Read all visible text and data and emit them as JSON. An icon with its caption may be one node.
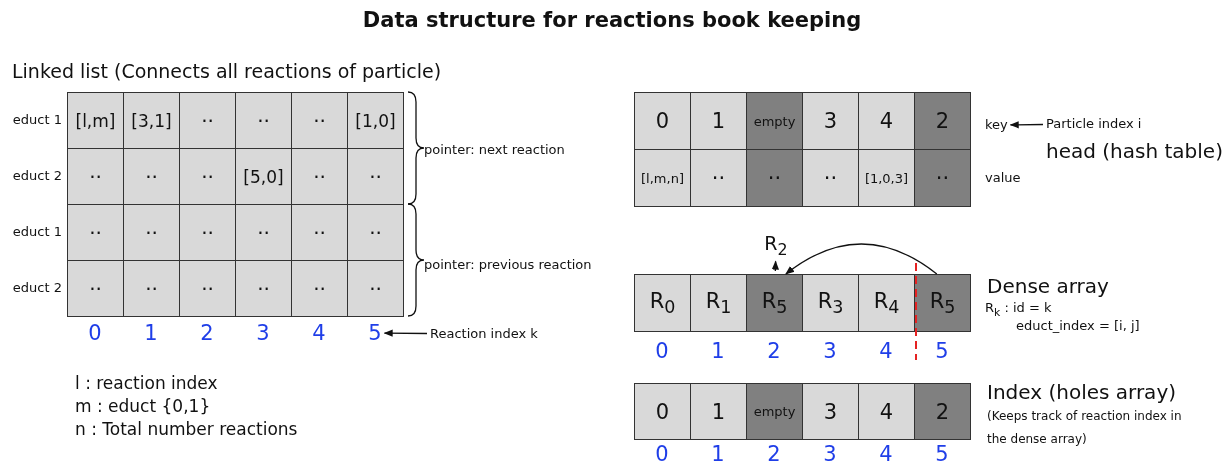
{
  "diagram": {
    "title": "Data structure for reactions book keeping",
    "nodes": [
      {
        "text": [
          "Particle index i"
        ]
      },
      {
        "text": [
          "key"
        ]
      },
      {
        "text": [
          "Reaction index k"
        ]
      },
      {
        "text": [
          "5"
        ]
      },
      {
        "text": [
          "R$_{0}$"
        ]
      },
      {
        "text": [
          "R$_{1}$"
        ]
      },
      {
        "text": [
          "R$_{5}$"
        ]
      },
      {
        "text": [
          "R$_{3}$"
        ]
      },
      {
        "text": [
          "R$_{4}$"
        ]
      },
      {
        "text": [
          "R$_{5}$"
        ]
      },
      {
        "text": [
          "R$_{2}$"
        ]
      }
    ],
    "edges": [
      {
        "from": 0,
        "to": 1,
        "arrow": "to"
      },
      {
        "from": 2,
        "to": 3,
        "arrow": "to"
      },
      {
        "from": 9,
        "to": 6,
        "arrow": "to"
      },
      {
        "from": 6,
        "to": 10,
        "arrow": "to"
      }
    ],
    "labels": [
      "Linked list (Connects all reactions of particle)",
      "educt 1",
      "educt 2",
      "educt 1",
      "educt 2",
      "[l,m]",
      "[3,1]",
      "··",
      "··",
      "··",
      "[1,0]",
      "··",
      "··",
      "··",
      "[5,0]",
      "··",
      "··",
      "··",
      "··",
      "··",
      "··",
      "··",
      "··",
      "··",
      "··",
      "··",
      "··",
      "··",
      "··",
      "pointer: next reaction",
      "pointer: previous reaction",
      "0",
      "1",
      "2",
      "3",
      "4",
      "l : reaction index",
      "m : educt {0,1}",
      "n : Total number reactions",
      "0",
      "1",
      "empty",
      "3",
      "4",
      "2",
      "[l,m,n]",
      "··",
      "··",
      "··",
      "[1,0,3]",
      "··",
      "value",
      "head (hash table)",
      "0",
      "1",
      "2",
      "3",
      "4",
      "5",
      "Dense array",
      "R$_{k}$ : id = k",
      "educt_index = [i, j]",
      "0",
      "1",
      "empty",
      "3",
      "4",
      "2",
      "Index (holes array)",
      "(Keeps track of reaction index in the dense array)",
      "0",
      "1",
      "2",
      "3",
      "4",
      "5"
    ]
  }
}
